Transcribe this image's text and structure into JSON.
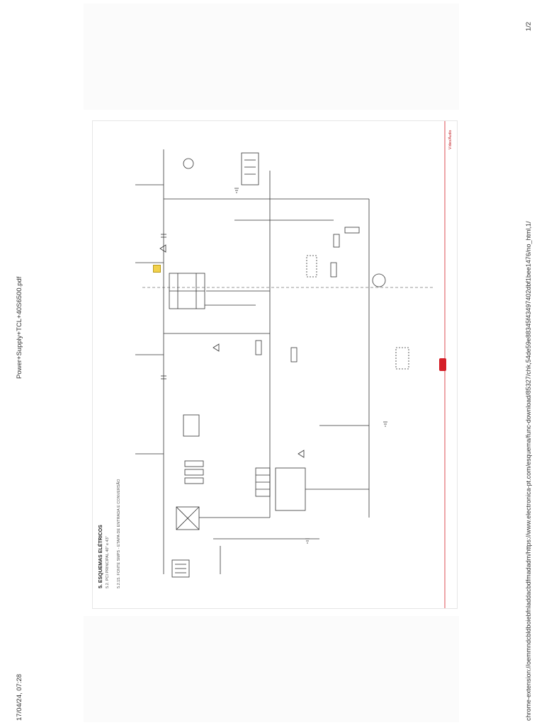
{
  "header": {
    "datetime": "17/04/24, 07:28",
    "doc_title": "Power+Supply+TCL+40S6500.pdf",
    "page_indicator": "1/2"
  },
  "footer": {
    "url": "chrome-extension://oemmndcbldboiebfnladdacbdfmadadm/https://www.electronica-pt.com/esquema/func-download/85327/chk,54de59e88345f43497402dbf1bee1476/no_html,1/"
  },
  "sheet": {
    "section_title": "5. ESQUEMAS ELÉTRICOS",
    "subsection": "5.2. PCI PRINCIPAL 40\" e 43\"",
    "subtitle": "5.2.15. FONTE SMPS - ETAPA DE ENTRADA E CONVERSÃO",
    "brand_mark": "Vídeo/Áudio"
  },
  "colors": {
    "accent": "#d51f28",
    "marker": "#f2d14b"
  }
}
